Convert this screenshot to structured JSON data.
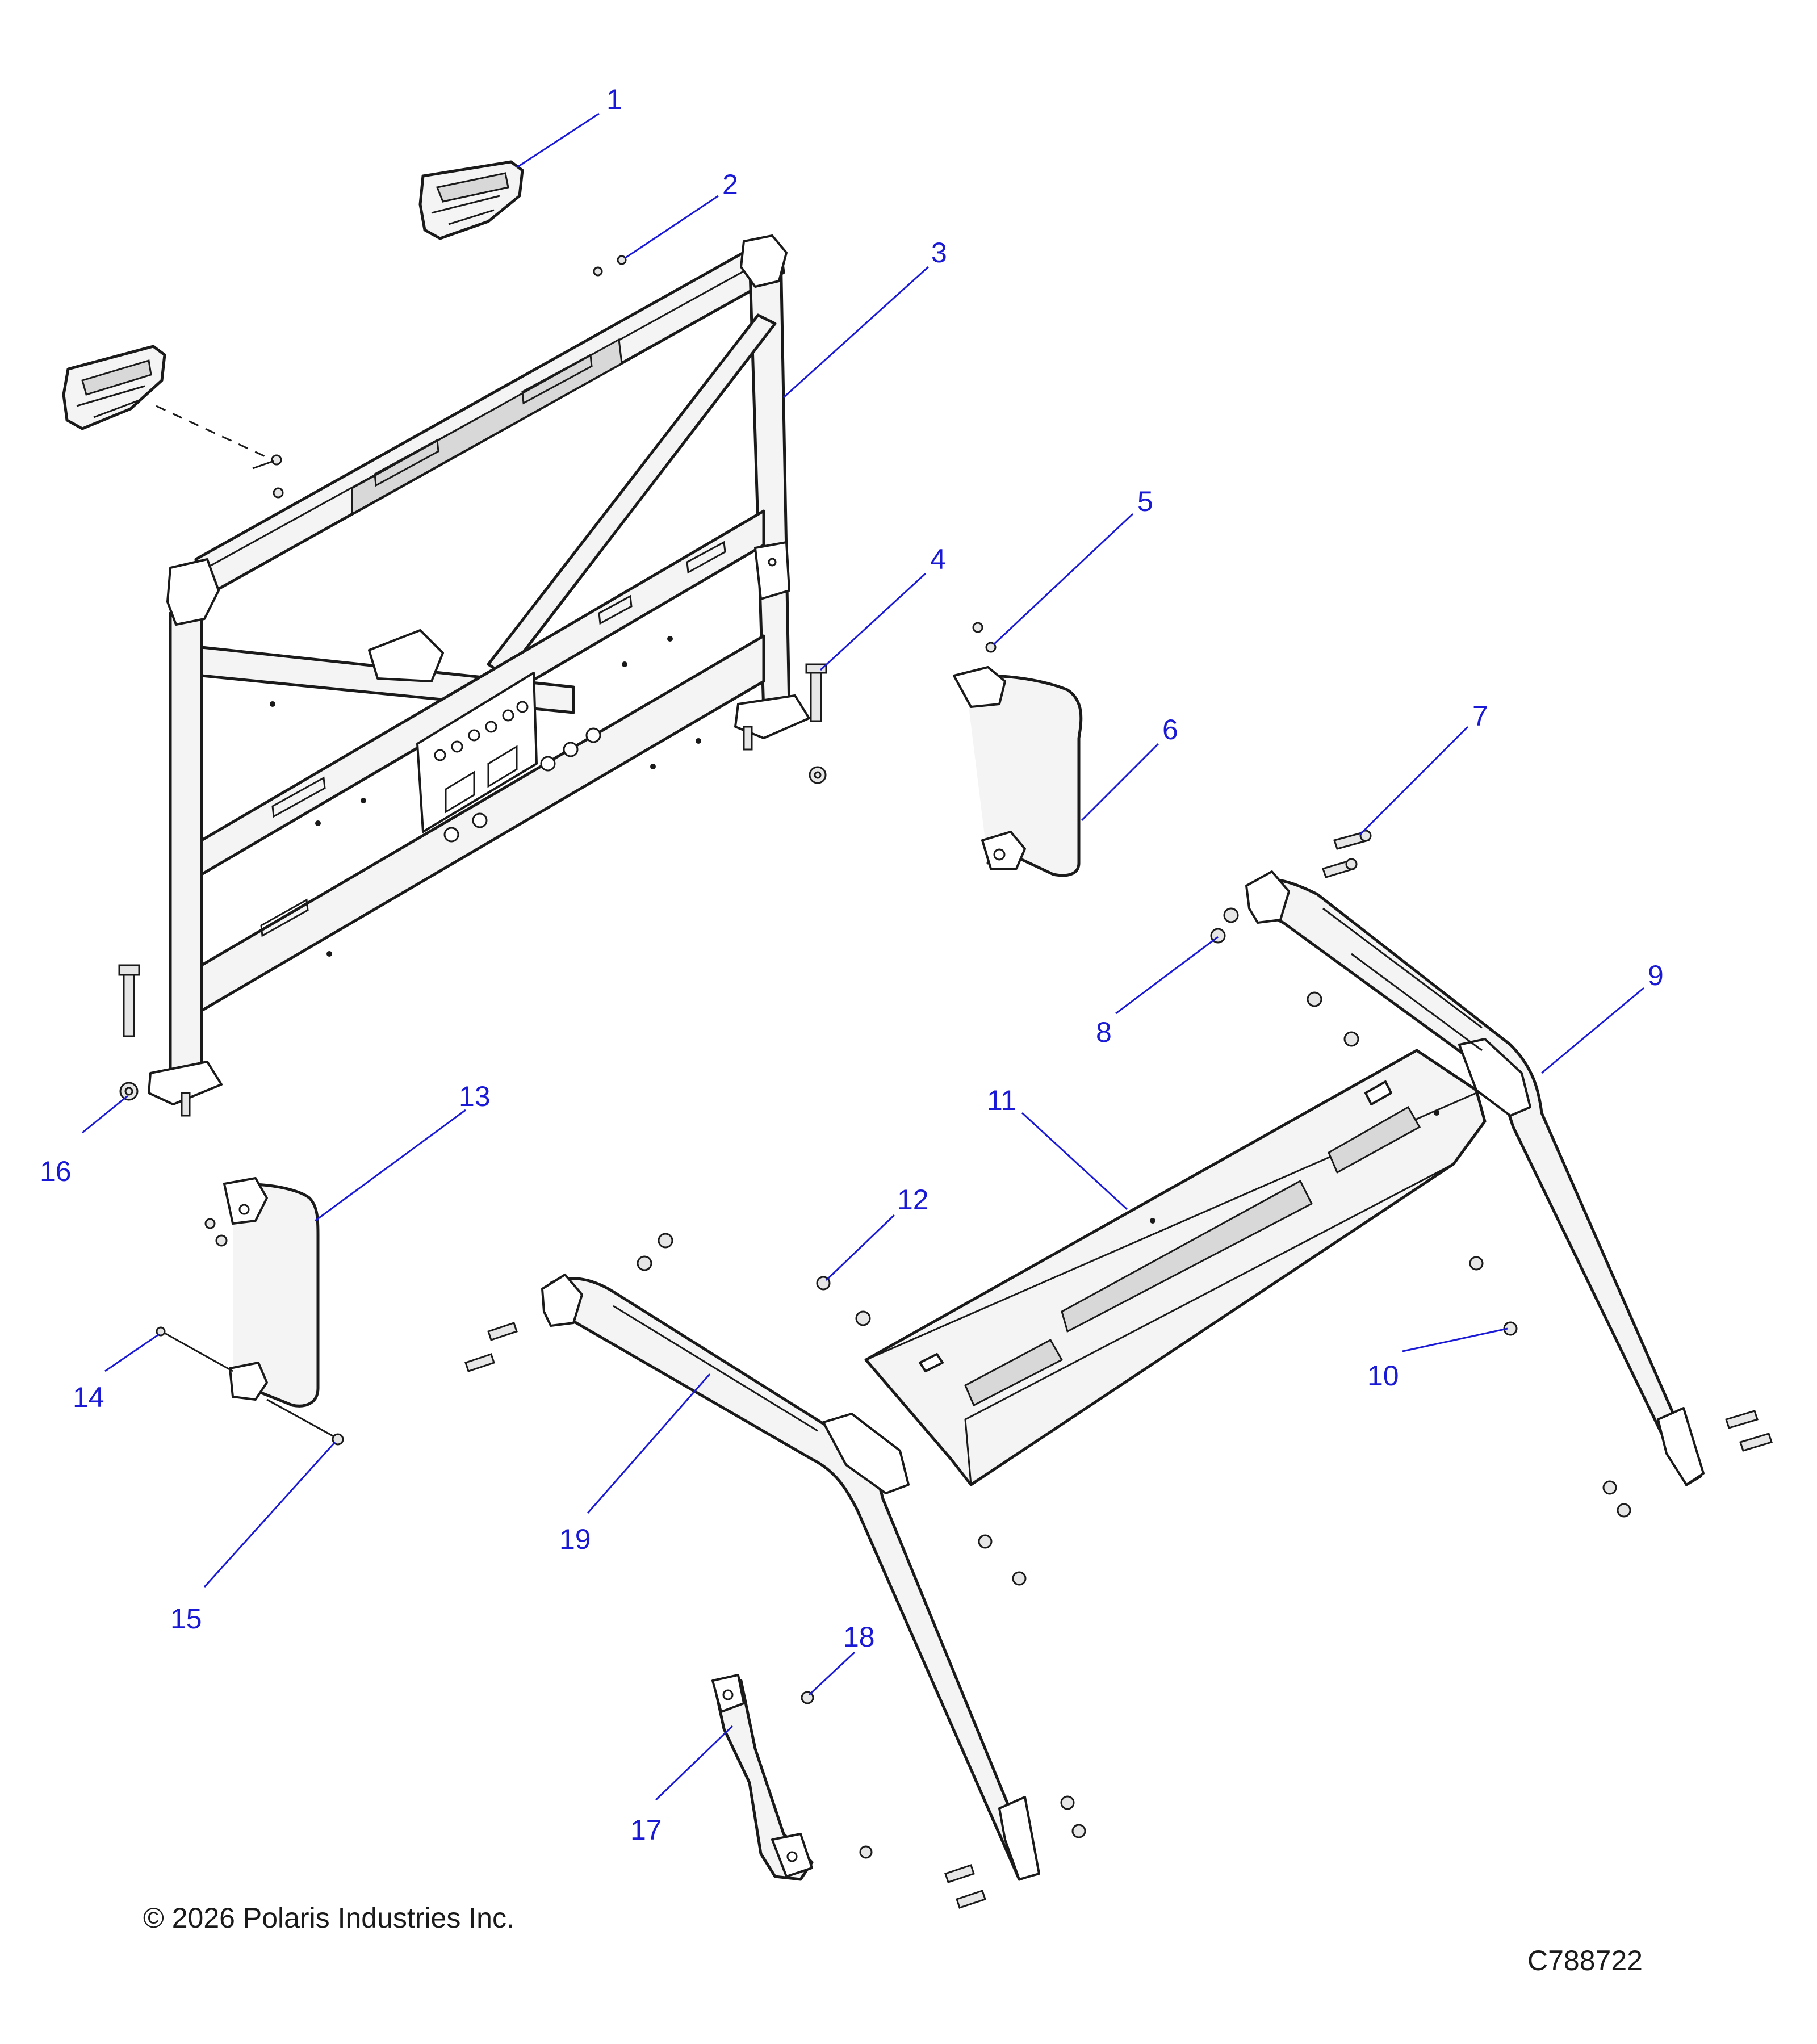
{
  "callouts": [
    {
      "id": "1",
      "label": "1"
    },
    {
      "id": "2",
      "label": "2"
    },
    {
      "id": "3",
      "label": "3"
    },
    {
      "id": "4",
      "label": "4"
    },
    {
      "id": "5",
      "label": "5"
    },
    {
      "id": "6",
      "label": "6"
    },
    {
      "id": "7",
      "label": "7"
    },
    {
      "id": "8",
      "label": "8"
    },
    {
      "id": "9",
      "label": "9"
    },
    {
      "id": "10",
      "label": "10"
    },
    {
      "id": "11",
      "label": "11"
    },
    {
      "id": "12",
      "label": "12"
    },
    {
      "id": "13",
      "label": "13"
    },
    {
      "id": "14",
      "label": "14"
    },
    {
      "id": "15",
      "label": "15"
    },
    {
      "id": "16",
      "label": "16"
    },
    {
      "id": "17",
      "label": "17"
    },
    {
      "id": "18",
      "label": "18"
    },
    {
      "id": "19",
      "label": "19"
    }
  ],
  "footer": {
    "copyright": "© 2026 Polaris Industries Inc.",
    "drawing_number": "C788722"
  },
  "colors": {
    "callout": "#1a1ad6",
    "line_art": "#1a1a1a",
    "background": "#ffffff"
  }
}
